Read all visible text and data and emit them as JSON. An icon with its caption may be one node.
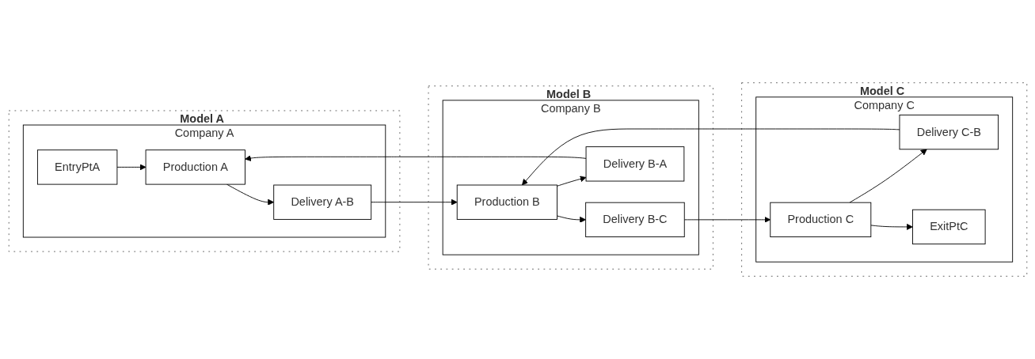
{
  "diagram": {
    "nodes": [
      {
        "text": [
          "Model A"
        ]
      },
      {
        "text": [
          "Company A"
        ],
        "in": 0
      },
      {
        "text": [
          "EntryPtA"
        ],
        "in": 1
      },
      {
        "text": [
          "Production A"
        ],
        "in": 1
      },
      {
        "text": [
          "Delivery A-B"
        ],
        "in": 1
      },
      {
        "text": [
          "Model B"
        ]
      },
      {
        "text": [
          "Company B"
        ],
        "in": 5
      },
      {
        "text": [
          "Production B"
        ],
        "in": 6
      },
      {
        "text": [
          "Delivery B-C"
        ],
        "in": 6
      },
      {
        "text": [
          "Delivery B-A"
        ],
        "in": 6
      },
      {
        "text": [
          "Model C"
        ]
      },
      {
        "text": [
          "Company C"
        ],
        "in": 10
      },
      {
        "text": [
          "Production C"
        ],
        "in": 11
      },
      {
        "text": [
          "Delivery C-B"
        ],
        "in": 11
      },
      {
        "text": [
          "ExitPtC"
        ],
        "in": 11
      }
    ],
    "edges": [
      {
        "from": 2,
        "to": 3,
        "arrow": "to"
      },
      {
        "from": 3,
        "to": 4,
        "arrow": "to"
      },
      {
        "from": 4,
        "to": 7,
        "arrow": "to"
      },
      {
        "from": 7,
        "to": 8,
        "arrow": "to"
      },
      {
        "from": 7,
        "to": 9,
        "arrow": "to"
      },
      {
        "from": 8,
        "to": 12,
        "arrow": "to"
      },
      {
        "from": 12,
        "to": 13,
        "arrow": "to"
      },
      {
        "from": 12,
        "to": 14,
        "arrow": "to"
      },
      {
        "from": 13,
        "to": 7,
        "arrow": "to"
      },
      {
        "from": 9,
        "to": 3,
        "arrow": "to"
      }
    ]
  }
}
